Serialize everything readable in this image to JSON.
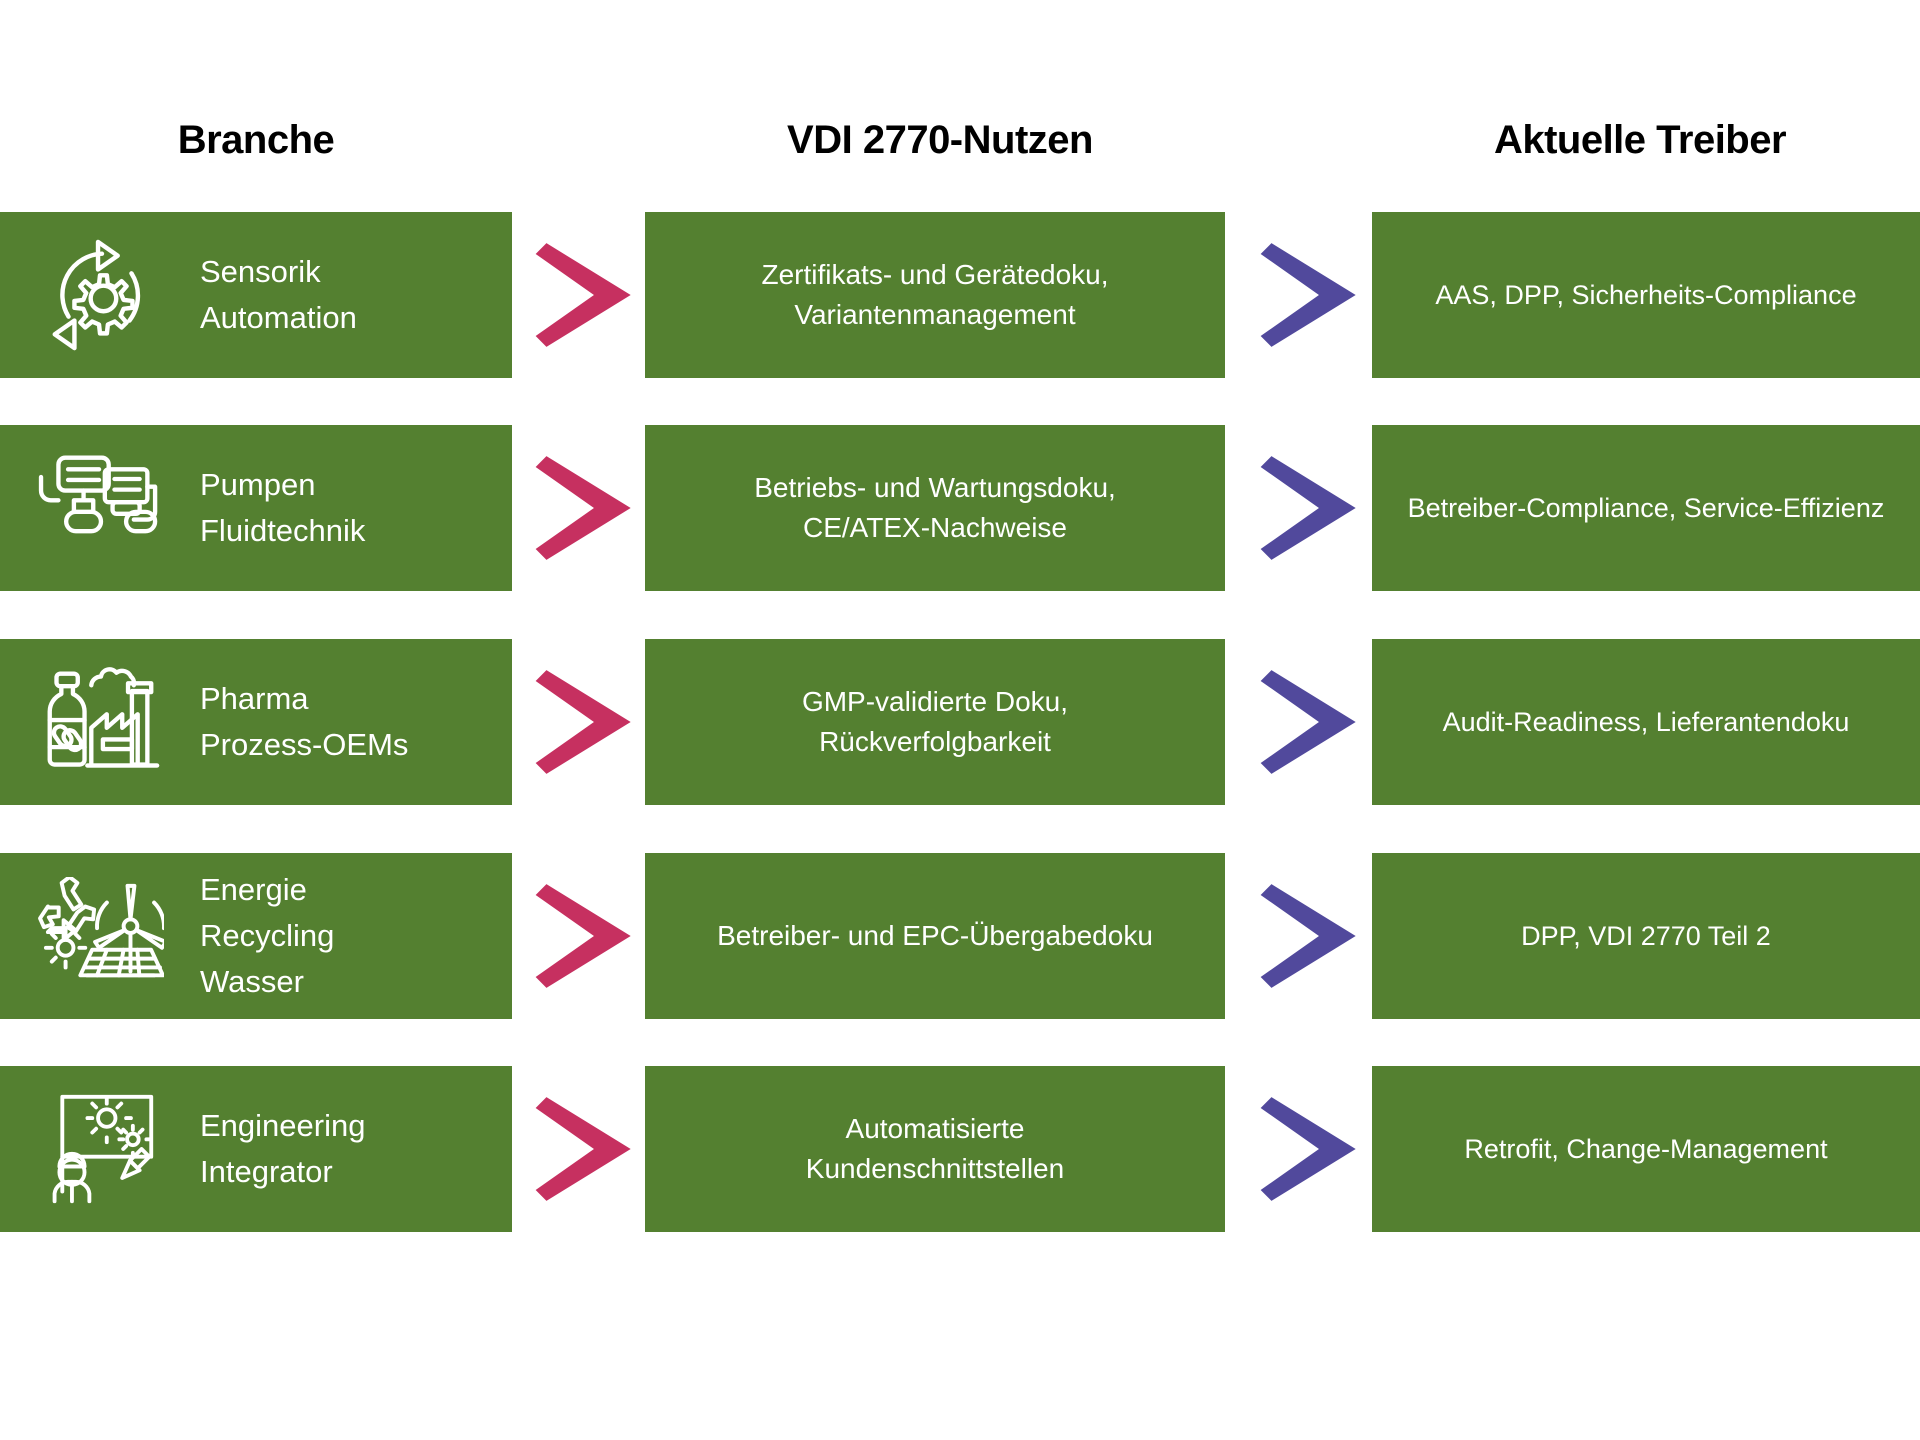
{
  "headers": {
    "col1": "Branche",
    "col2": "VDI 2770-Nutzen",
    "col3": "Aktuelle Treiber"
  },
  "colors": {
    "box_green": "#548030",
    "arrow_pink": "#C63060",
    "arrow_purple": "#51499C",
    "text_on_box": "#FFFFFF",
    "heading": "#000000",
    "background": "#FFFFFF"
  },
  "rows": [
    {
      "icon": "automation-gear-cycle-icon",
      "branch": "Sensorik\nAutomation",
      "branch_line1": "Sensorik",
      "branch_line2": "Automation",
      "benefit": "Zertifikats- und Gerätedoku,\nVariantenmanagement",
      "benefit_line1": "Zertifikats- und Gerätedoku,",
      "benefit_line2": "Variantenmanagement",
      "driver": "AAS, DPP, Sicherheits-Compliance"
    },
    {
      "icon": "pump-fluid-icon",
      "branch": "Pumpen\nFluidtechnik",
      "branch_line1": "Pumpen",
      "branch_line2": "Fluidtechnik",
      "benefit": "Betriebs- und Wartungsdoku,\nCE/ATEX-Nachweise",
      "benefit_line1": "Betriebs- und Wartungsdoku,",
      "benefit_line2": "CE/ATEX-Nachweise",
      "driver": "Betreiber-Compliance, Service-Effizienz"
    },
    {
      "icon": "pharma-bottle-factory-icon",
      "branch": "Pharma\nProzess-OEMs",
      "branch_line1": "Pharma",
      "branch_line2": "Prozess-OEMs",
      "benefit": "GMP-validierte Doku,\nRückverfolgbarkeit",
      "benefit_line1": "GMP-validierte Doku,",
      "benefit_line2": "Rückverfolgbarkeit",
      "driver": "Audit-Readiness, Lieferantendoku"
    },
    {
      "icon": "recycling-wind-solar-icon",
      "branch": "Energie\nRecycling\nWasser",
      "branch_line1": "Energie",
      "branch_line2": "Recycling",
      "branch_line3": "Wasser",
      "benefit": "Betreiber- und EPC-Übergabedoku",
      "benefit_line1": "Betreiber- und EPC-Übergabedoku",
      "driver": "DPP, VDI 2770 Teil 2"
    },
    {
      "icon": "engineer-planning-icon",
      "branch": "Engineering\nIntegrator",
      "branch_line1": "Engineering",
      "branch_line2": "Integrator",
      "benefit": "Automatisierte\nKundenschnittstellen",
      "benefit_line1": "Automatisierte",
      "benefit_line2": "Kundenschnittstellen",
      "driver": "Retrofit, Change-Management"
    }
  ],
  "arrows": {
    "pink_label": "chevron-right-pink",
    "purple_label": "chevron-right-purple"
  }
}
